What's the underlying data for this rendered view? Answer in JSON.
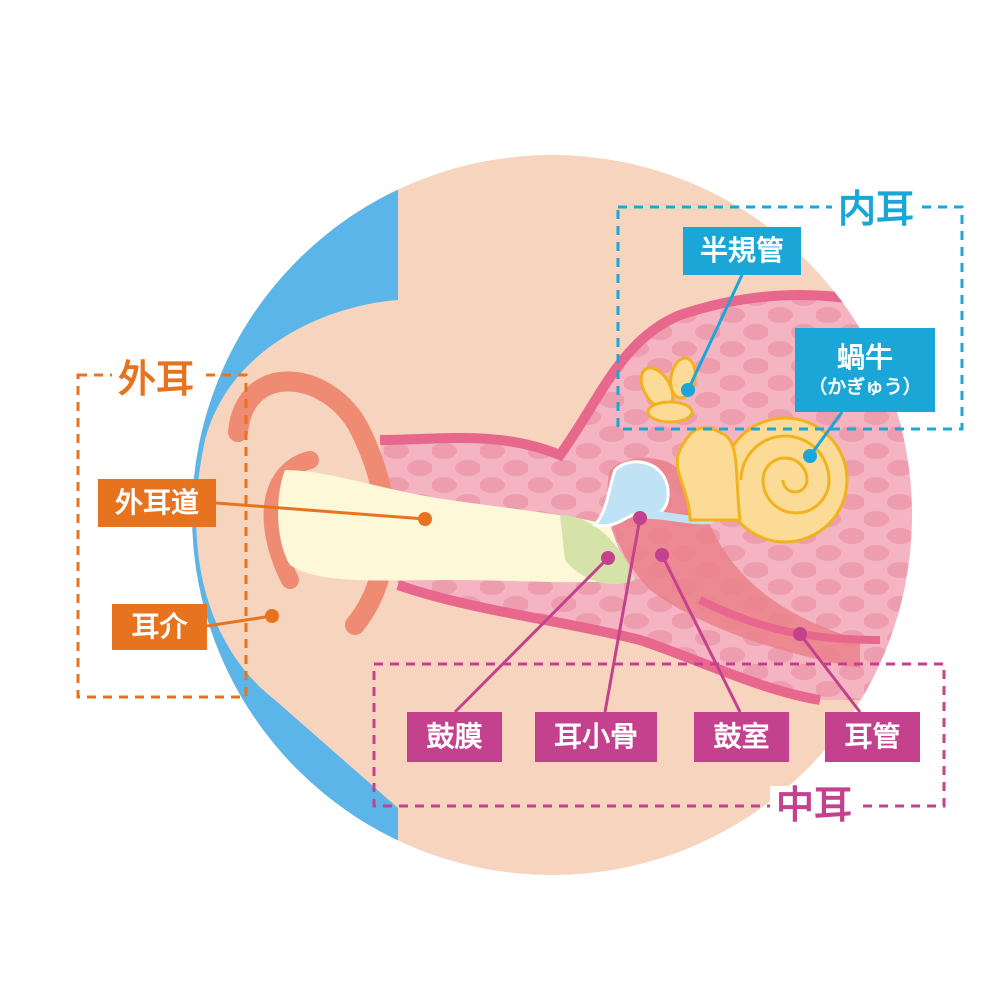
{
  "groups": {
    "outer": {
      "title": "外耳",
      "color": "#e8731e"
    },
    "inner": {
      "title": "内耳",
      "color": "#1aa7d8"
    },
    "middle": {
      "title": "中耳",
      "color": "#c3418d"
    }
  },
  "labels": {
    "ear_canal": "外耳道",
    "auricle": "耳介",
    "semicircular_canals": "半規管",
    "cochlea": "蝸牛",
    "cochlea_reading": "（かぎゅう）",
    "eardrum": "鼓膜",
    "ossicles": "耳小骨",
    "tympanic_cavity": "鼓室",
    "eustachian_tube": "耳管"
  },
  "colors": {
    "skin": "#f7d4bd",
    "background_blue": "#5bb5e8",
    "tissue_pink": "#f4b4c2",
    "tissue_border": "#e8678c",
    "canal_cream": "#fdf8d8",
    "ear_rim": "#ef8a73",
    "snail_yellow": "#fbdb95",
    "snail_outline": "#f1b21f",
    "ossicle_blue": "#bfe3f4"
  }
}
